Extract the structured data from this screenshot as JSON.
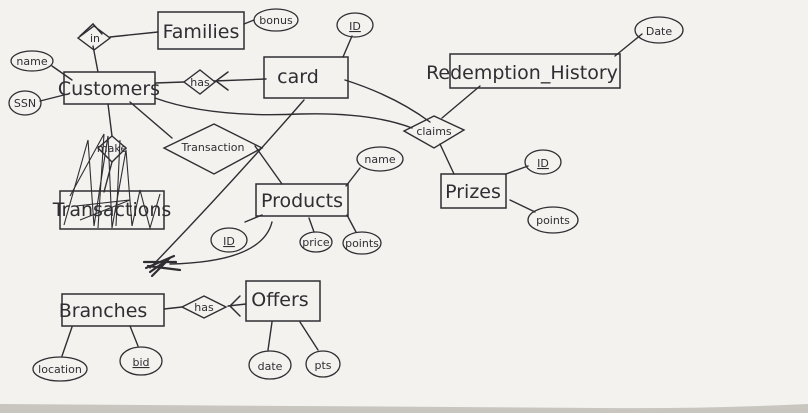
{
  "diagram": {
    "title": "",
    "colors": {
      "ink": "#2e2e33",
      "paper": "#f3f2ee",
      "shadow": "#c9c6c0"
    },
    "entities": {
      "families": "Families",
      "customers": "Customers",
      "card": "card",
      "redemption_history": "Redemption_History",
      "products": "Products",
      "prizes": "Prizes",
      "transactions": "Transactions",
      "branches": "Branches",
      "offers": "Offers"
    },
    "attributes": {
      "families_bonus": "bonus",
      "customers_name": "name",
      "customers_ssn": "SSN",
      "card_id": "ID",
      "redemption_date": "Date",
      "products_name": "name",
      "products_id": "ID",
      "products_price": "price",
      "products_points": "points",
      "prizes_id": "ID",
      "prizes_points": "points",
      "branches_location": "location",
      "branches_bid": "bid",
      "offers_date": "date",
      "offers_pts": "pts"
    },
    "relationships": {
      "in": "in",
      "has_card": "has",
      "claims": "claims",
      "transaction": "Transaction",
      "make": "make",
      "has_offers": "has"
    }
  }
}
